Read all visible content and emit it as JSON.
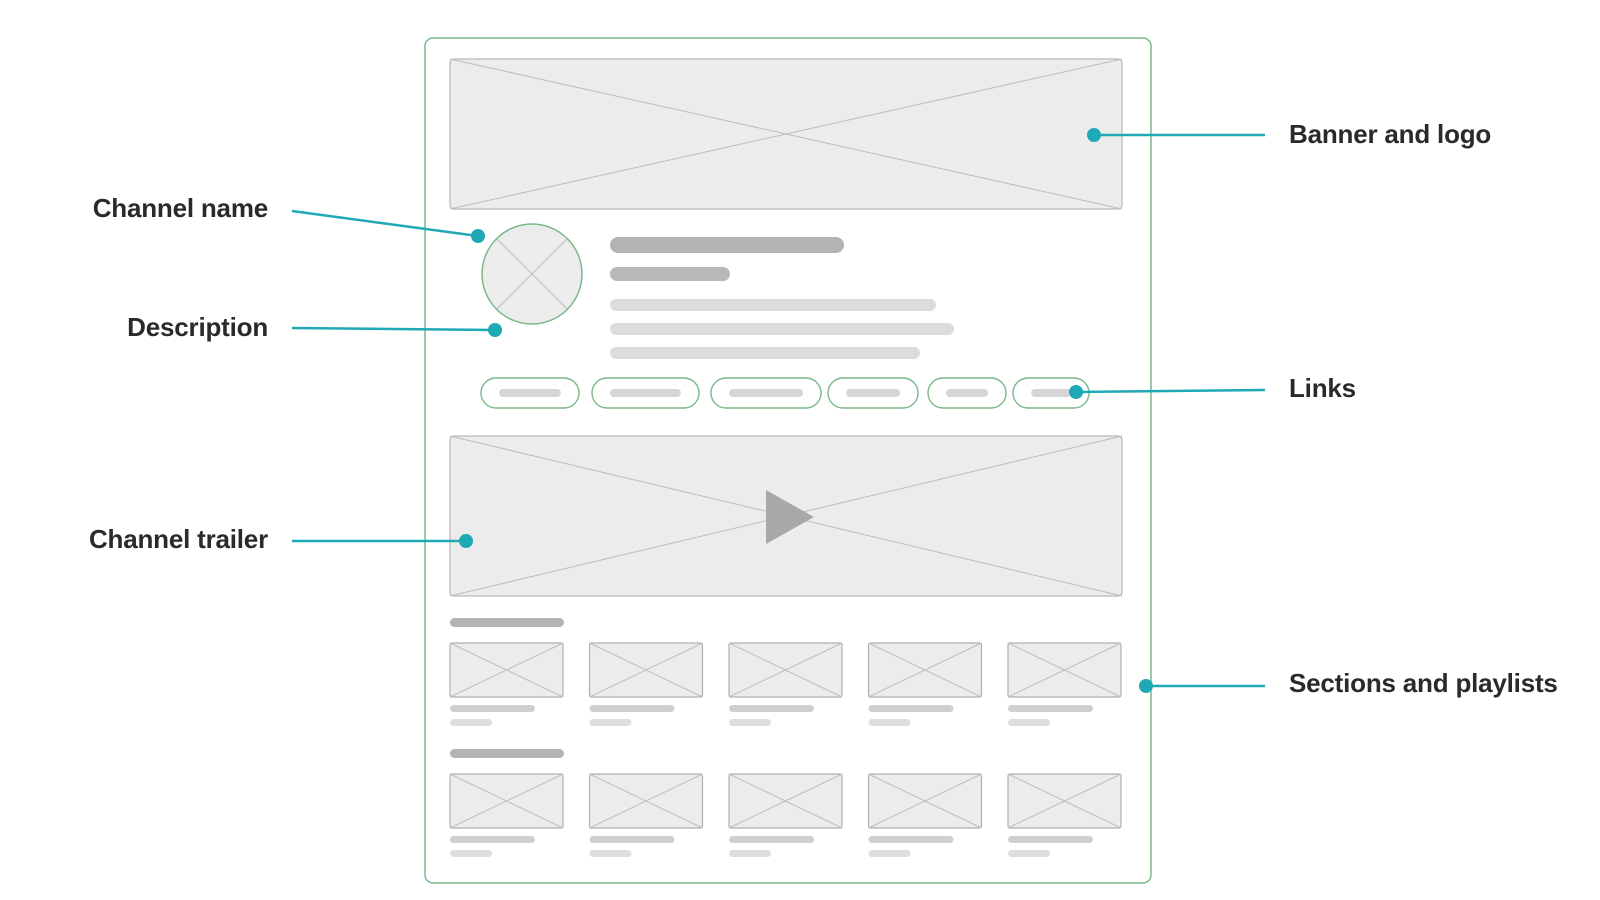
{
  "annotations": {
    "banner_and_logo": "Banner and logo",
    "channel_name": "Channel name",
    "description": "Description",
    "links": "Links",
    "channel_trailer": "Channel trailer",
    "sections_and_playlists": "Sections and playlists"
  },
  "colors": {
    "accent": "#1fa9b5",
    "frame": "#7ab98a",
    "placeholder_fill": "#ececec",
    "placeholder_stroke": "#b9b9b9",
    "bar_dark": "#b3b3b3",
    "bar_light": "#dcdcdc",
    "label_text": "#2a2a2a"
  },
  "wireframe": {
    "link_pill_count": 6,
    "section_count": 2,
    "thumbnails_per_section": 5,
    "description_line_count": 3,
    "trailer_icon": "play-icon",
    "avatar_icon": "placeholder-x-icon"
  }
}
